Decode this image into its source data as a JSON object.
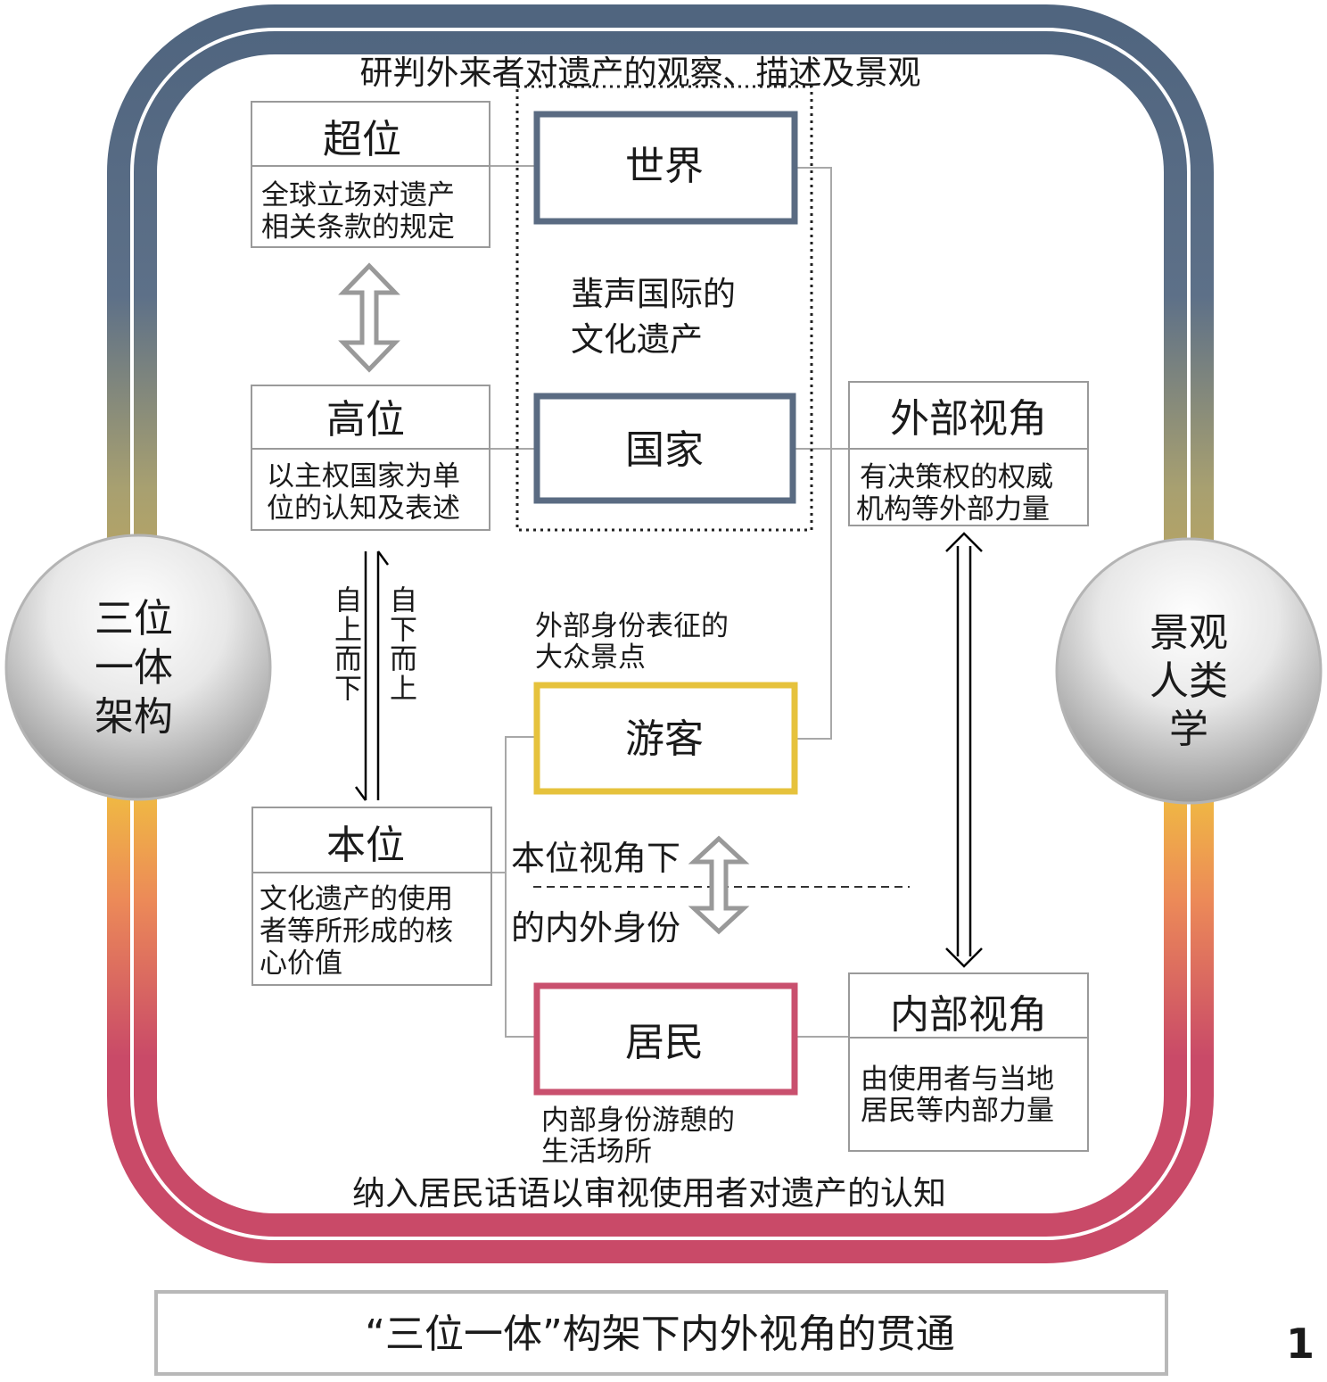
{
  "top_text": "研判外来者对遗产的观察、描述及景观",
  "bottom_text": "纳入居民话语以审视使用者对遗产的认知",
  "left_circle": [
    "三位",
    "一体",
    "架构"
  ],
  "right_circle": [
    "景观",
    "人类",
    "学"
  ],
  "levels": {
    "super": {
      "title": "超位",
      "desc": [
        "全球立场对遗产",
        "相关条款的规定"
      ]
    },
    "high": {
      "title": "高位",
      "desc": [
        "以主权国家为单",
        "位的认知及表述"
      ]
    },
    "base": {
      "title": "本位",
      "desc": [
        "文化遗产的使用",
        "者等所形成的核",
        "心价值"
      ]
    }
  },
  "arrow_labels": {
    "top_down": "自上而下",
    "bottom_up": "自下而上"
  },
  "center": {
    "world": "世界",
    "nation": "国家",
    "heritage": [
      "蜚声国际的",
      "文化遗产"
    ],
    "tourist": "游客",
    "tourist_note": [
      "外部身份表征的",
      "大众景点"
    ],
    "resident": "居民",
    "resident_note": [
      "内部身份游憩的",
      "生活场所"
    ],
    "identity": [
      "本位视角下",
      "的内外身份"
    ]
  },
  "perspectives": {
    "outer": {
      "title": "外部视角",
      "desc": [
        "有决策权的权威",
        "机构等外部力量"
      ]
    },
    "inner": {
      "title": "内部视角",
      "desc": [
        "由使用者与当地",
        "居民等内部力量"
      ]
    }
  },
  "caption": "“三位一体”构架下内外视角的贯通",
  "figure_number": "1",
  "colors": {
    "frame_top": "#50657f",
    "frame_mid": "#a8a070",
    "frame_yellow": "#f0c040",
    "frame_orange": "#ec8a58",
    "frame_bottom": "#c94a68",
    "world_border": "#5a6b82",
    "tourist_border": "#e6c23c",
    "resident_border": "#c9506e"
  }
}
